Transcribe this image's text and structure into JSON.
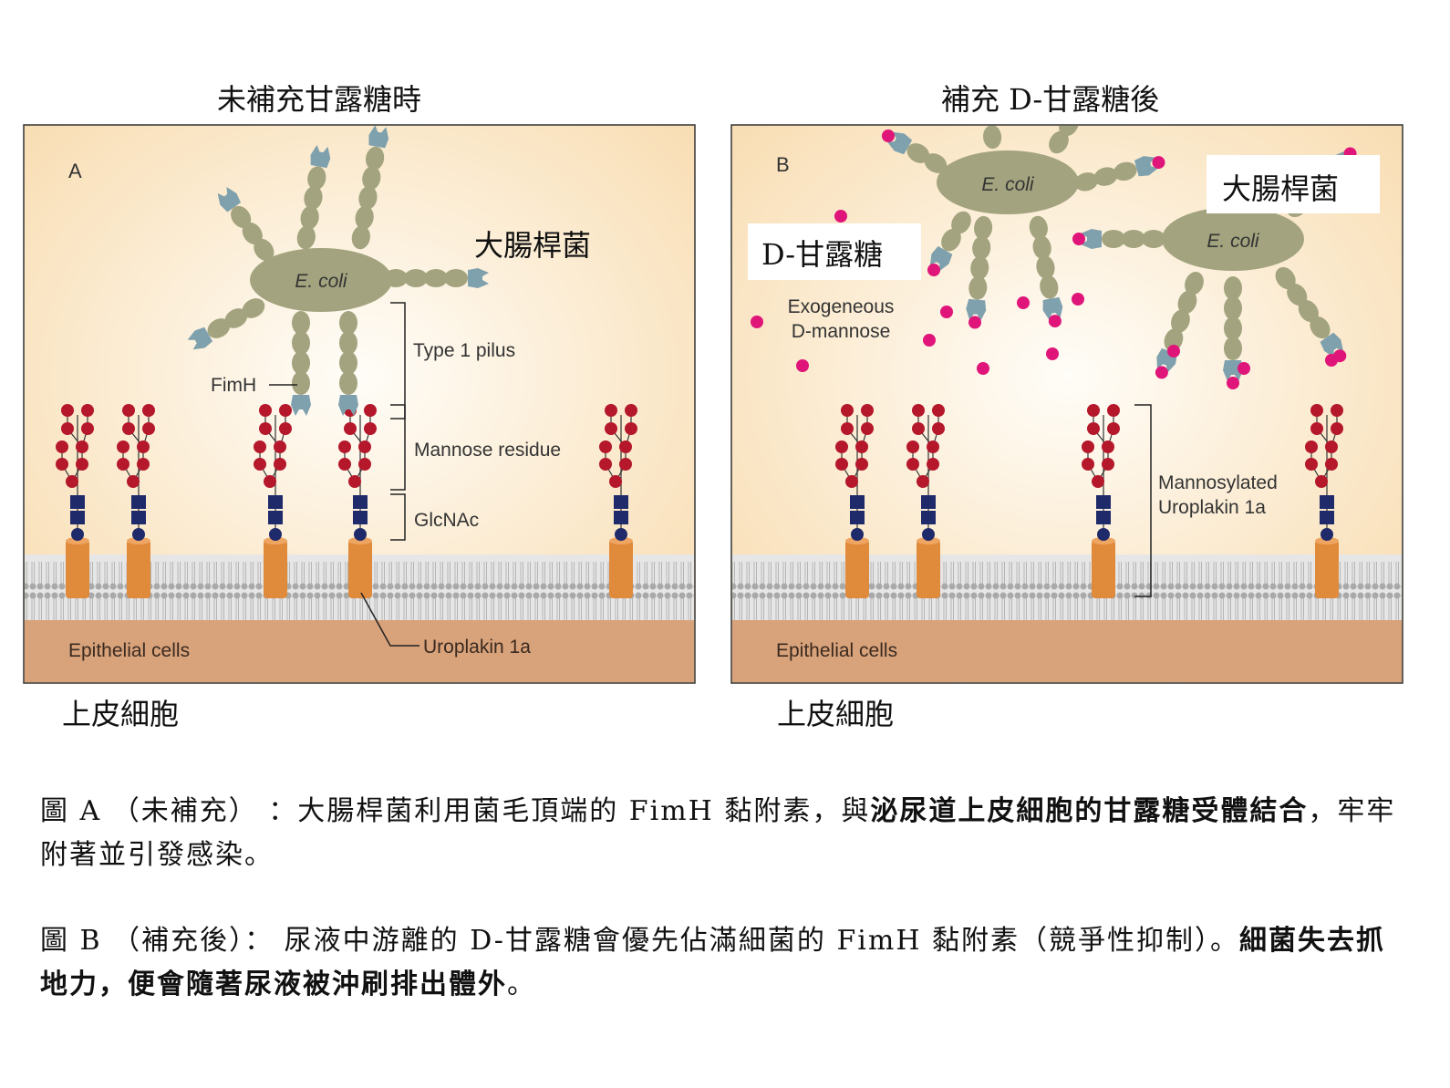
{
  "panel_a": {
    "title": "未補充甘露糖時",
    "letter": "A",
    "ecoli": "E. coli",
    "ecoli_zh": "大腸桿菌",
    "type1_pilus": "Type 1 pilus",
    "fimh": "FimH",
    "mannose_residue": "Mannose residue",
    "glcnac": "GlcNAc",
    "epithelial": "Epithelial cells",
    "uroplakin": "Uroplakin 1a",
    "epithelial_zh": "上皮細胞"
  },
  "panel_b": {
    "title": "補充 D-甘露糖後",
    "letter": "B",
    "ecoli": "E. coli",
    "ecoli2": "E. coli",
    "ecoli_zh": "大腸桿菌",
    "dmannose_zh": "D-甘露糖",
    "exogeneous_1": "Exogeneous",
    "exogeneous_2": "D-mannose",
    "mannosylated_1": "Mannosylated",
    "mannosylated_2": "Uroplakin 1a",
    "epithelial": "Epithelial cells",
    "epithelial_zh": "上皮細胞"
  },
  "captions": {
    "a_prefix": "圖 A （未補充） ：大腸桿菌利用菌毛頂端的 FimH 黏附素，與",
    "a_bold": "泌尿道上皮細胞的甘露糖受體結合",
    "a_suffix": "，牢牢附著並引發感染。",
    "b_prefix": "圖 B （補充後）： 尿液中游離的 D-甘露糖會優先佔滿細菌的 FimH 黏附素（競爭性抑制）。",
    "b_bold": "細菌失去抓地力，便會隨著尿液被沖刷排出體外",
    "b_suffix": "。"
  },
  "colors": {
    "mannose": "#b5172b",
    "glcnac": "#1f2a6b",
    "uroplakin": "#e08a3c",
    "pilus": "#a3a47f",
    "fimh": "#7fa0ad",
    "free_mannose": "#e0157a"
  }
}
